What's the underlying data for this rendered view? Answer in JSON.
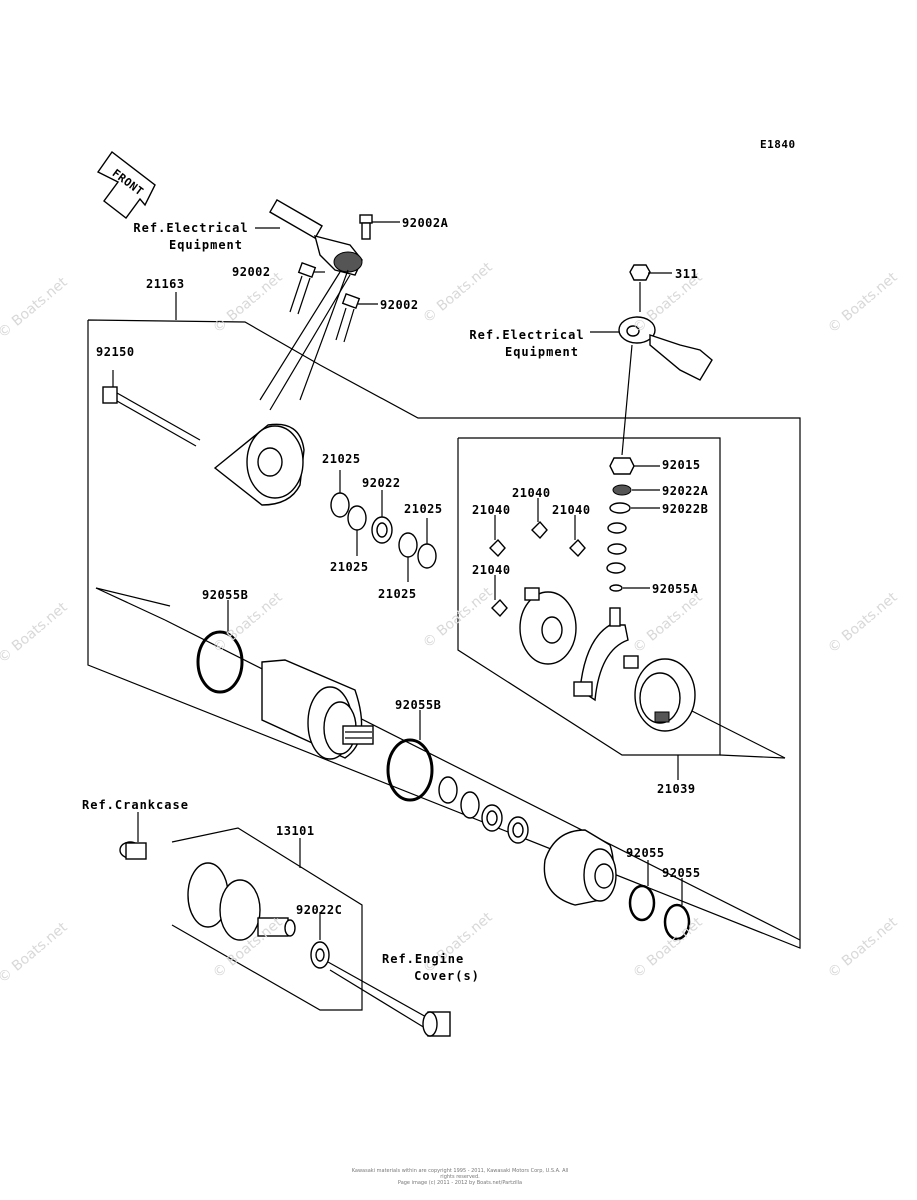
{
  "diagram_code": "E1840",
  "front_label": "FRONT",
  "refs": {
    "electrical_1": [
      "Ref.Electrical",
      "Equipment"
    ],
    "electrical_2": [
      "Ref.Electrical",
      "Equipment"
    ],
    "crankcase": "Ref.Crankcase",
    "engine_cover": [
      "Ref.Engine",
      "Cover(s)"
    ]
  },
  "parts": {
    "p92002A": "92002A",
    "p92002_1": "92002",
    "p92002_2": "92002",
    "p311": "311",
    "p21163": "21163",
    "p92150": "92150",
    "p21025_1": "21025",
    "p92022": "92022",
    "p21025_2": "21025",
    "p21025_3": "21025",
    "p21025_4": "21025",
    "p92015": "92015",
    "p92022A": "92022A",
    "p92022B": "92022B",
    "p21040_1": "21040",
    "p21040_2": "21040",
    "p21040_3": "21040",
    "p21040_4": "21040",
    "p92055A": "92055A",
    "p92055B_1": "92055B",
    "p92055B_2": "92055B",
    "p21039": "21039",
    "p13101": "13101",
    "p92055_1": "92055",
    "p92055_2": "92055",
    "p92022C": "92022C"
  },
  "watermark": "© Boats.net",
  "footer": [
    "Kawasaki materials within are copyright 1995 - 2011, Kawasaki Motors Corp, U.S.A. All rights reserved.",
    "Page image (c) 2011 - 2012 by Boats.net/Partzilla"
  ]
}
